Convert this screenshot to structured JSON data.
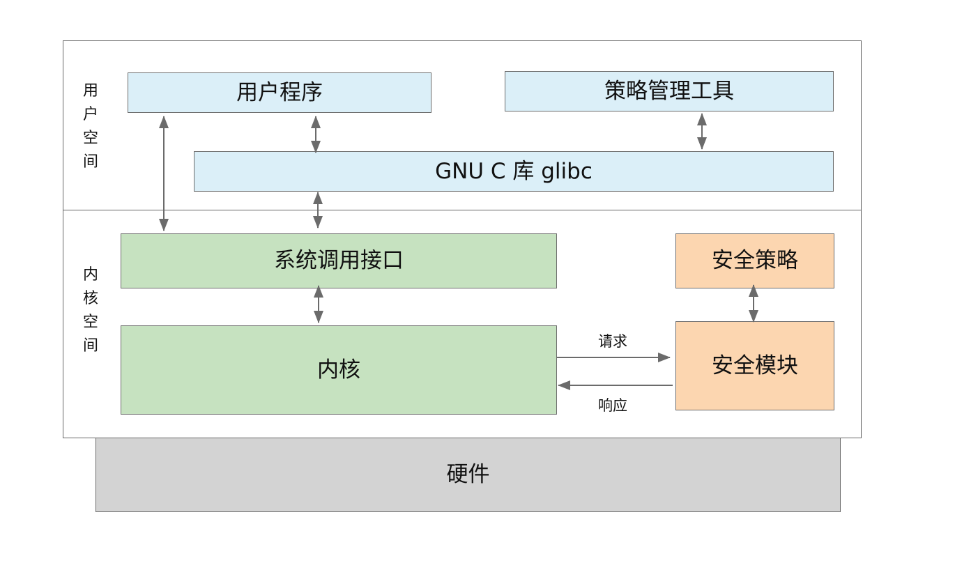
{
  "colors": {
    "user_box": "#dbeff8",
    "kernel_box": "#c6e2c0",
    "security_box": "#fcd6b0",
    "hardware_box": "#d3d3d3",
    "arrow": "#6b6b6b"
  },
  "regions": {
    "user_space_label": [
      "用",
      "户",
      "空",
      "间"
    ],
    "kernel_space_label": [
      "内",
      "核",
      "空",
      "间"
    ]
  },
  "boxes": {
    "user_program": "用户程序",
    "policy_tool": "策略管理工具",
    "glibc": "GNU C 库 glibc",
    "syscall_interface": "系统调用接口",
    "kernel": "内核",
    "security_policy": "安全策略",
    "security_module": "安全模块",
    "hardware": "硬件"
  },
  "edges": {
    "request": "请求",
    "response": "响应"
  }
}
